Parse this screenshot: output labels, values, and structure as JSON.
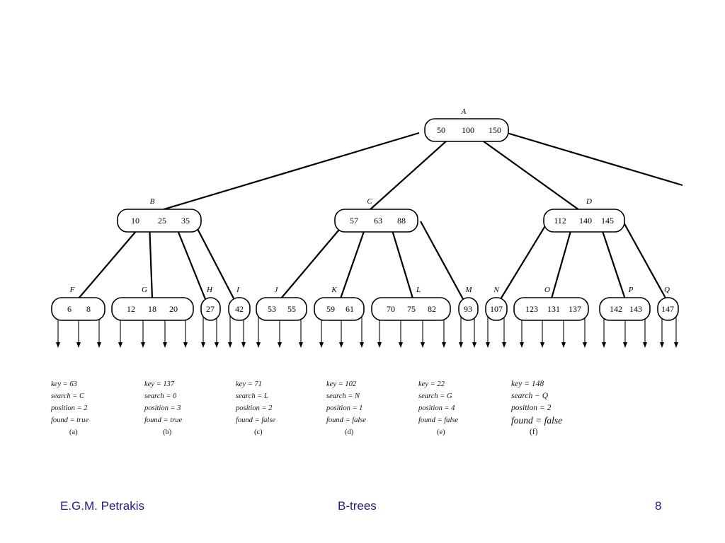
{
  "tree": {
    "nodes": [
      {
        "id": "A",
        "label": "A",
        "keys": [
          "50",
          "100",
          "150"
        ]
      },
      {
        "id": "B",
        "label": "B",
        "keys": [
          "10",
          "25",
          "35"
        ]
      },
      {
        "id": "C",
        "label": "C",
        "keys": [
          "57",
          "63",
          "88"
        ]
      },
      {
        "id": "D",
        "label": "D",
        "keys": [
          "112",
          "140",
          "145"
        ]
      },
      {
        "id": "F",
        "label": "F",
        "keys": [
          "6",
          "8"
        ]
      },
      {
        "id": "G",
        "label": "G",
        "keys": [
          "12",
          "18",
          "20"
        ]
      },
      {
        "id": "H",
        "label": "H",
        "keys": [
          "27"
        ]
      },
      {
        "id": "I",
        "label": "I",
        "keys": [
          "42"
        ]
      },
      {
        "id": "J",
        "label": "J",
        "keys": [
          "53",
          "55"
        ]
      },
      {
        "id": "K",
        "label": "K",
        "keys": [
          "59",
          "61"
        ]
      },
      {
        "id": "L",
        "label": "L",
        "keys": [
          "70",
          "75",
          "82"
        ]
      },
      {
        "id": "M",
        "label": "M",
        "keys": [
          "93"
        ]
      },
      {
        "id": "N",
        "label": "N",
        "keys": [
          "107"
        ]
      },
      {
        "id": "O",
        "label": "O",
        "keys": [
          "123",
          "131",
          "137"
        ]
      },
      {
        "id": "P",
        "label": "P",
        "keys": [
          "142",
          "143"
        ]
      },
      {
        "id": "Q",
        "label": "Q",
        "keys": [
          "147"
        ]
      }
    ],
    "edges": [
      [
        "A",
        "B"
      ],
      [
        "A",
        "C"
      ],
      [
        "A",
        "D"
      ],
      [
        "A",
        "offpage"
      ],
      [
        "B",
        "F"
      ],
      [
        "B",
        "G"
      ],
      [
        "B",
        "H"
      ],
      [
        "B",
        "I"
      ],
      [
        "C",
        "J"
      ],
      [
        "C",
        "K"
      ],
      [
        "C",
        "L"
      ],
      [
        "C",
        "M"
      ],
      [
        "D",
        "N"
      ],
      [
        "D",
        "O"
      ],
      [
        "D",
        "P"
      ],
      [
        "D",
        "Q"
      ]
    ]
  },
  "examples": [
    {
      "key": "key = 63",
      "search": "search = C",
      "position": "position = 2",
      "found": "found = true",
      "label": "(a)"
    },
    {
      "key": "key = 137",
      "search": "search = 0",
      "position": "position = 3",
      "found": "found = true",
      "label": "(b)"
    },
    {
      "key": "key = 71",
      "search": "search = L",
      "position": "position = 2",
      "found": "found = false",
      "label": "(c)"
    },
    {
      "key": "key = 102",
      "search": "search = N",
      "position": "position = 1",
      "found": "found = false",
      "label": "(d)"
    },
    {
      "key": "key = 22",
      "search": "search = G",
      "position": "position = 4",
      "found": "found = false",
      "label": "(e)"
    },
    {
      "key": "key = 148",
      "search": "search − Q",
      "position": "position = 2",
      "found": "found = false",
      "label": "(f)"
    }
  ],
  "footer": {
    "author": "E.G.M. Petrakis",
    "title": "B-trees",
    "page": "8"
  }
}
